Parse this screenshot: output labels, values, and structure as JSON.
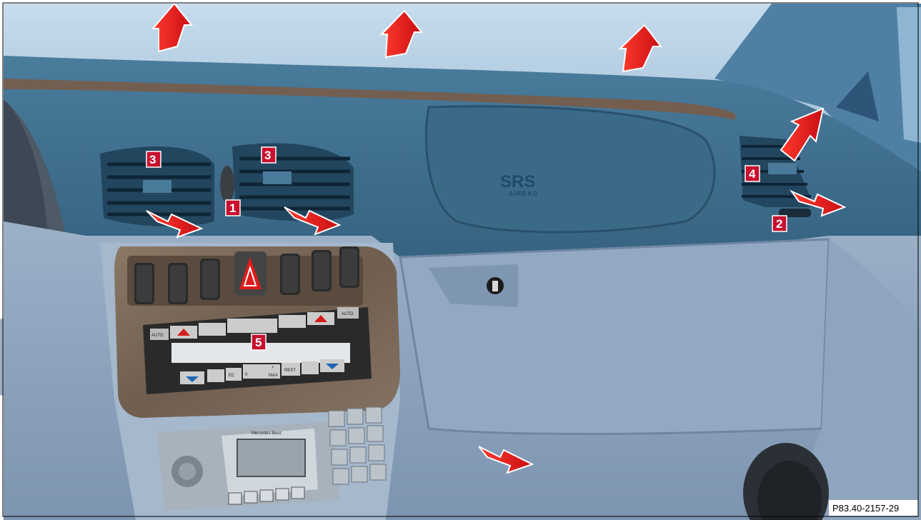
{
  "colors": {
    "windshield": "#b8cfe0",
    "dashboard": "#3d6d8c",
    "dashboard_dark": "#2c5470",
    "lower_panel": "#8fa6c0",
    "wood_trim": "#7a6a5c",
    "arrow": "#e2101a",
    "callout_bg": "#c8102e"
  },
  "callouts": {
    "vent_left_center": "3",
    "vent_right_center": "3",
    "thumbwheel": "1",
    "side_vent_wheel": "2",
    "side_vent": "4",
    "climate_control": "5"
  },
  "airbag": {
    "line1": "SRS",
    "line2": "AIRBAG"
  },
  "climate_panel": {
    "auto_left": "AUTO",
    "auto_right": "AUTO",
    "ec": "EC",
    "rest": "REST",
    "min": "0",
    "max": "MAX",
    "plus": "+"
  },
  "radio": {
    "brand": "Mercedes-Benz"
  },
  "reference_code": "P83.40-2157-29",
  "icons": [
    "up-arrow-icon",
    "diagonal-arrow-icon",
    "hazard-icon",
    "seat-heater-icon",
    "fan-icon",
    "defrost-icon"
  ]
}
